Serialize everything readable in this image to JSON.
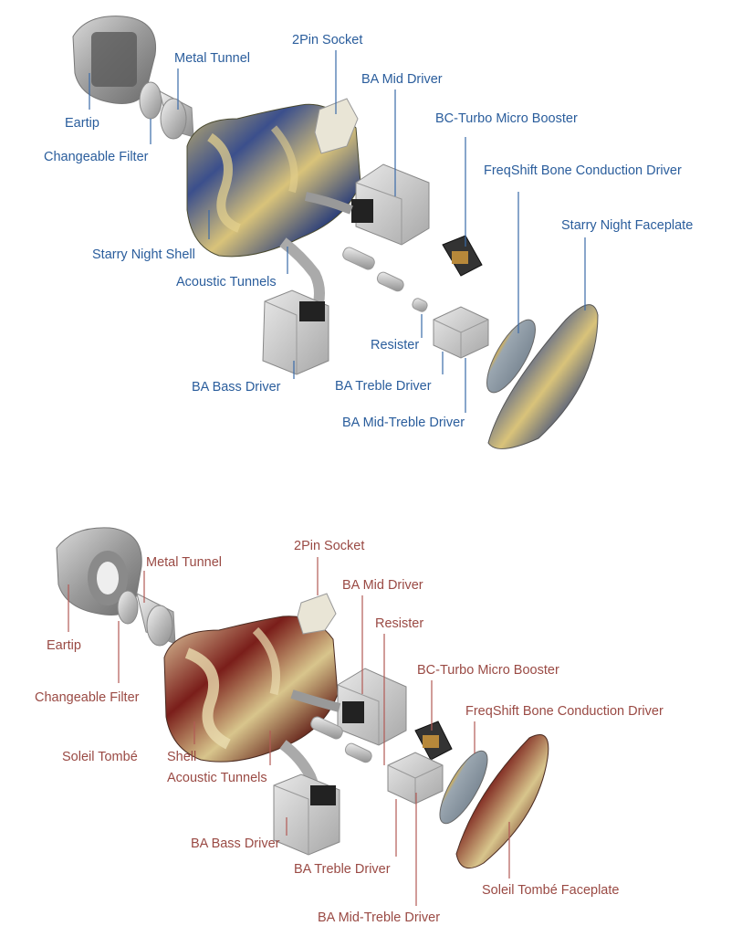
{
  "diagrams": [
    {
      "variant": "starry-night",
      "label_color": "#2a5d9c",
      "leader_color": "#3a6aa8",
      "labels": {
        "eartip": "Eartip",
        "metal_tunnel": "Metal Tunnel",
        "socket": "2Pin Socket",
        "mid_driver": "BA Mid Driver",
        "booster": "BC-Turbo Micro Booster",
        "filter": "Changeable Filter",
        "bone_driver": "FreqShift Bone Conduction Driver",
        "faceplate": "Starry Night Faceplate",
        "shell": "Starry Night Shell",
        "tunnels": "Acoustic Tunnels",
        "resister": "Resister",
        "bass_driver": "BA Bass Driver",
        "treble_driver": "BA Treble Driver",
        "mid_treble_driver": "BA Mid-Treble Driver"
      }
    },
    {
      "variant": "soleil-tombe",
      "label_color": "#9a4a44",
      "leader_color": "#b25a55",
      "labels": {
        "eartip": "Eartip",
        "metal_tunnel": "Metal Tunnel",
        "socket": "2Pin Socket",
        "mid_driver": "BA Mid Driver",
        "resister": "Resister",
        "booster": "BC-Turbo Micro Booster",
        "filter": "Changeable Filter",
        "bone_driver": "FreqShift Bone Conduction Driver",
        "shell_a": "Soleil Tombé",
        "shell_b": "Shell",
        "tunnels": "Acoustic Tunnels",
        "bass_driver": "BA Bass Driver",
        "treble_driver": "BA Treble Driver",
        "faceplate": "Soleil Tombé Faceplate",
        "mid_treble_driver": "BA Mid-Treble Driver"
      }
    }
  ]
}
